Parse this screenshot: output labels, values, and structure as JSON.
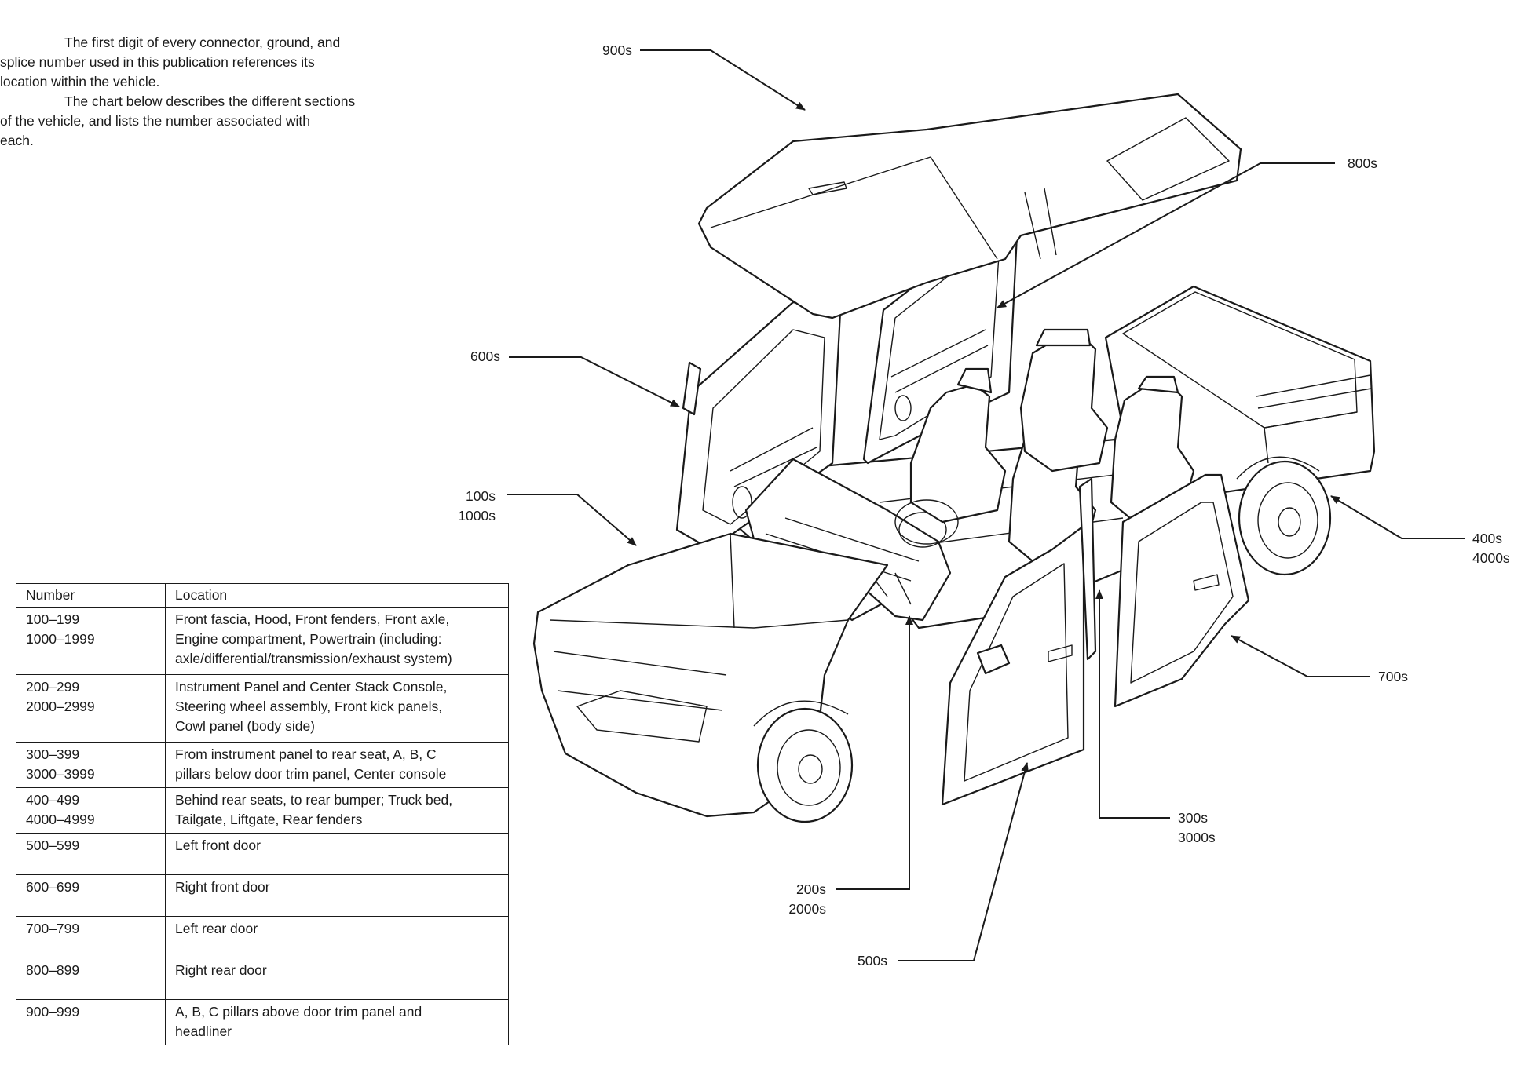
{
  "intro": {
    "paragraph_1": [
      "The first digit of every connector, ground, and",
      "splice number used in this publication references its",
      "location within the vehicle."
    ],
    "paragraph_2": [
      "The chart below describes the different sections",
      "of the vehicle, and lists the number associated with",
      "each."
    ]
  },
  "location_chart": {
    "headers": [
      "Number",
      "Location"
    ],
    "rows": [
      {
        "number": [
          "100–199",
          "1000–1999"
        ],
        "location": [
          "Front fascia, Hood, Front fenders, Front axle,",
          "Engine compartment, Powertrain (including:",
          "axle/differential/transmission/exhaust system)"
        ]
      },
      {
        "number": [
          "200–299",
          "2000–2999"
        ],
        "location": [
          "Instrument Panel and Center Stack Console,",
          "Steering wheel assembly, Front kick panels,",
          "Cowl panel (body side)"
        ]
      },
      {
        "number": [
          "300–399",
          "3000–3999"
        ],
        "location": [
          "From instrument panel to rear seat, A, B, C",
          "pillars below door trim panel, Center console"
        ]
      },
      {
        "number": [
          "400–499",
          "4000–4999"
        ],
        "location": [
          "Behind rear seats, to rear bumper;  Truck bed,",
          "Tailgate, Liftgate, Rear fenders"
        ]
      },
      {
        "number": [
          "500–599"
        ],
        "location": [
          "Left front door"
        ]
      },
      {
        "number": [
          "600–699"
        ],
        "location": [
          "Right front door"
        ]
      },
      {
        "number": [
          "700–799"
        ],
        "location": [
          "Left rear door"
        ]
      },
      {
        "number": [
          "800–899"
        ],
        "location": [
          "Right rear door"
        ]
      },
      {
        "number": [
          "900–999"
        ],
        "location": [
          "A, B, C pillars above door trim panel and",
          "headliner"
        ]
      }
    ]
  },
  "callouts": {
    "c900": [
      "900s"
    ],
    "c800": [
      "800s"
    ],
    "c600": [
      "600s"
    ],
    "c100": [
      "100s",
      "1000s"
    ],
    "c400": [
      "400s",
      "4000s"
    ],
    "c700": [
      "700s"
    ],
    "c300": [
      "300s",
      "3000s"
    ],
    "c200": [
      "200s",
      "2000s"
    ],
    "c500": [
      "500s"
    ]
  }
}
